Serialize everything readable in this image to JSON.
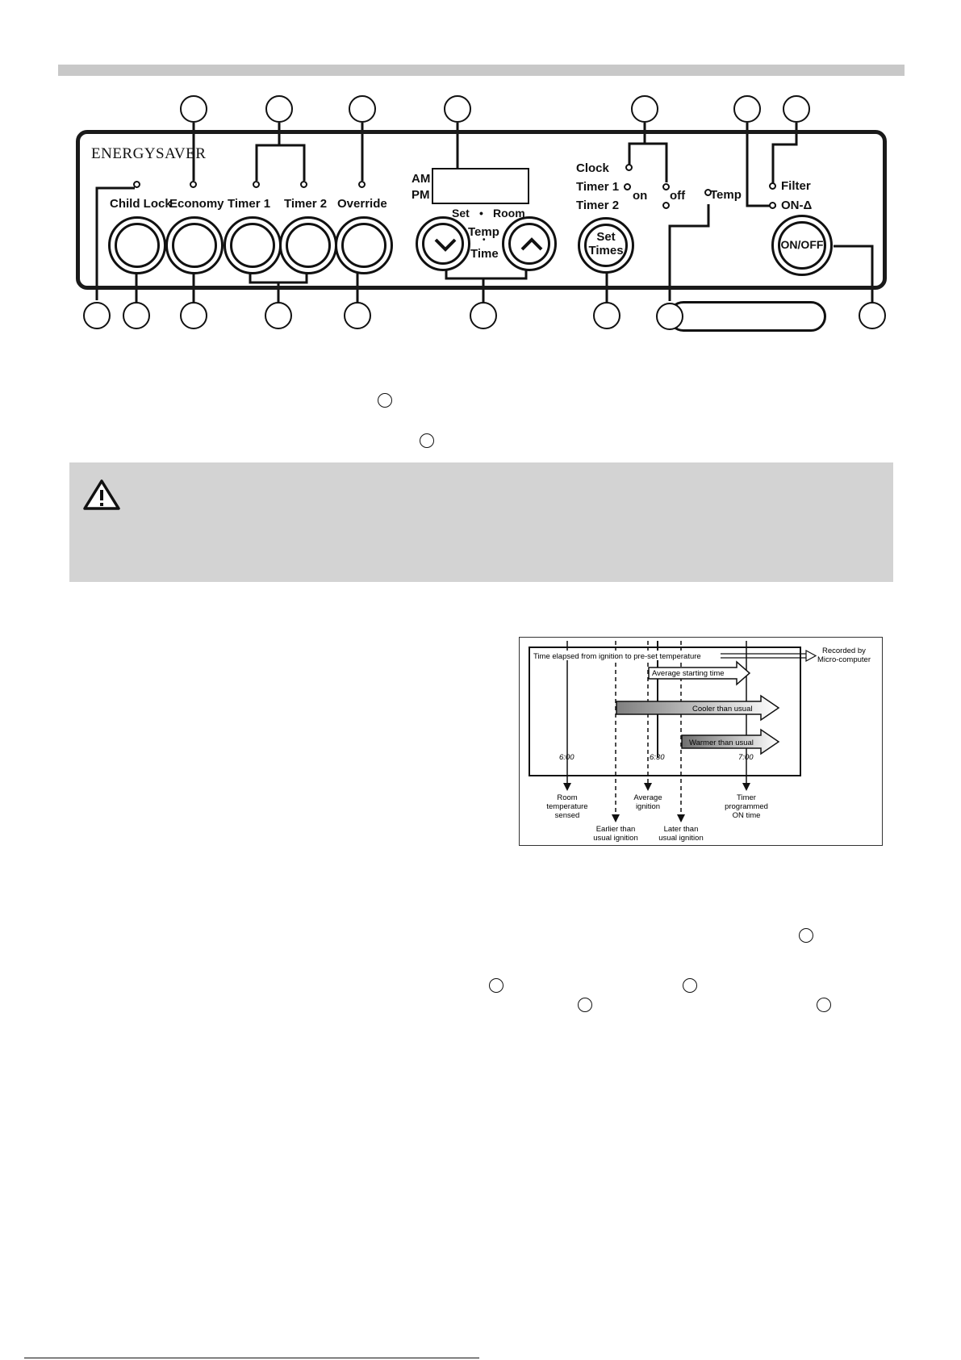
{
  "panel": {
    "brand": "ENERGYSAVER",
    "labels": {
      "child_lock": "Child Lock",
      "economy": "Economy",
      "timer1": "Timer 1",
      "timer2": "Timer 2",
      "override": "Override",
      "am": "AM",
      "pm": "PM",
      "set": "Set",
      "dot": "•",
      "room": "Room",
      "temp": "Temp",
      "time": "Time",
      "set_btn": "Set",
      "times_btn": "Times",
      "clock": "Clock",
      "timer1_ind": "Timer 1",
      "timer2_ind": "Timer 2",
      "on": "on",
      "off": "off",
      "temp_ind": "Temp",
      "filter": "Filter",
      "on_flame": "ON-Δ",
      "onoff_btn": "ON/OFF"
    }
  },
  "chart_data": {
    "type": "diagram",
    "header": "Time elapsed from ignition to pre-set temperature",
    "recorded": [
      "Recorded by",
      "Micro-computer"
    ],
    "arrows": [
      "Average starting time",
      "Cooler than usual",
      "Warmer than usual"
    ],
    "ticks": [
      "6:00",
      "6:30",
      "7:00"
    ],
    "markers": [
      [
        "Room",
        "temperature",
        "sensed"
      ],
      [
        "Earlier than",
        "usual ignition"
      ],
      [
        "Average",
        "ignition"
      ],
      [
        "Later than",
        "usual ignition"
      ],
      [
        "Timer",
        "programmed",
        "ON time"
      ]
    ]
  },
  "colors": {
    "ink": "#111111",
    "band": "#c8c8c8",
    "warning_bg": "#d3d3d3"
  },
  "icons": {
    "warning": "warning-triangle-icon"
  }
}
